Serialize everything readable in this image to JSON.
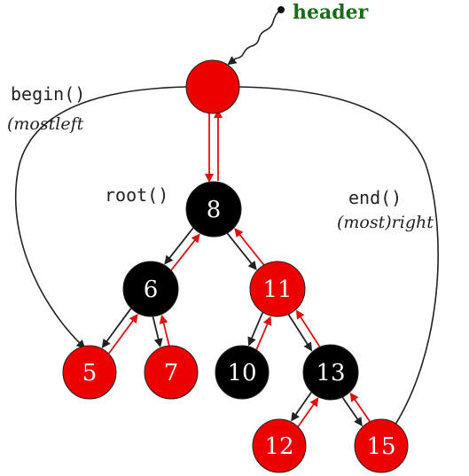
{
  "colors": {
    "red_node": "#ee0000",
    "black_node": "#000000",
    "parent_pointer": "#e01010",
    "child_pointer": "#222222",
    "header_label": "#1a6b1a",
    "curve": "#222222"
  },
  "labels": {
    "header": "header",
    "begin": "begin()",
    "begin_note": "(mostleft",
    "root": "root()",
    "end": "end()",
    "end_note": "(most)right"
  },
  "nodes": [
    {
      "id": "header-node",
      "key": "",
      "color": "red"
    },
    {
      "id": "n8",
      "key": "8",
      "color": "black"
    },
    {
      "id": "n6",
      "key": "6",
      "color": "black"
    },
    {
      "id": "n11",
      "key": "11",
      "color": "red"
    },
    {
      "id": "n5",
      "key": "5",
      "color": "red"
    },
    {
      "id": "n7",
      "key": "7",
      "color": "red"
    },
    {
      "id": "n10",
      "key": "10",
      "color": "black"
    },
    {
      "id": "n13",
      "key": "13",
      "color": "black"
    },
    {
      "id": "n12",
      "key": "12",
      "color": "red"
    },
    {
      "id": "n15",
      "key": "15",
      "color": "red"
    }
  ],
  "edges": [
    {
      "parent": "n8",
      "child": "n6"
    },
    {
      "parent": "n8",
      "child": "n11"
    },
    {
      "parent": "n6",
      "child": "n5"
    },
    {
      "parent": "n6",
      "child": "n7"
    },
    {
      "parent": "n11",
      "child": "n10"
    },
    {
      "parent": "n11",
      "child": "n13"
    },
    {
      "parent": "n13",
      "child": "n12"
    },
    {
      "parent": "n13",
      "child": "n15"
    }
  ]
}
